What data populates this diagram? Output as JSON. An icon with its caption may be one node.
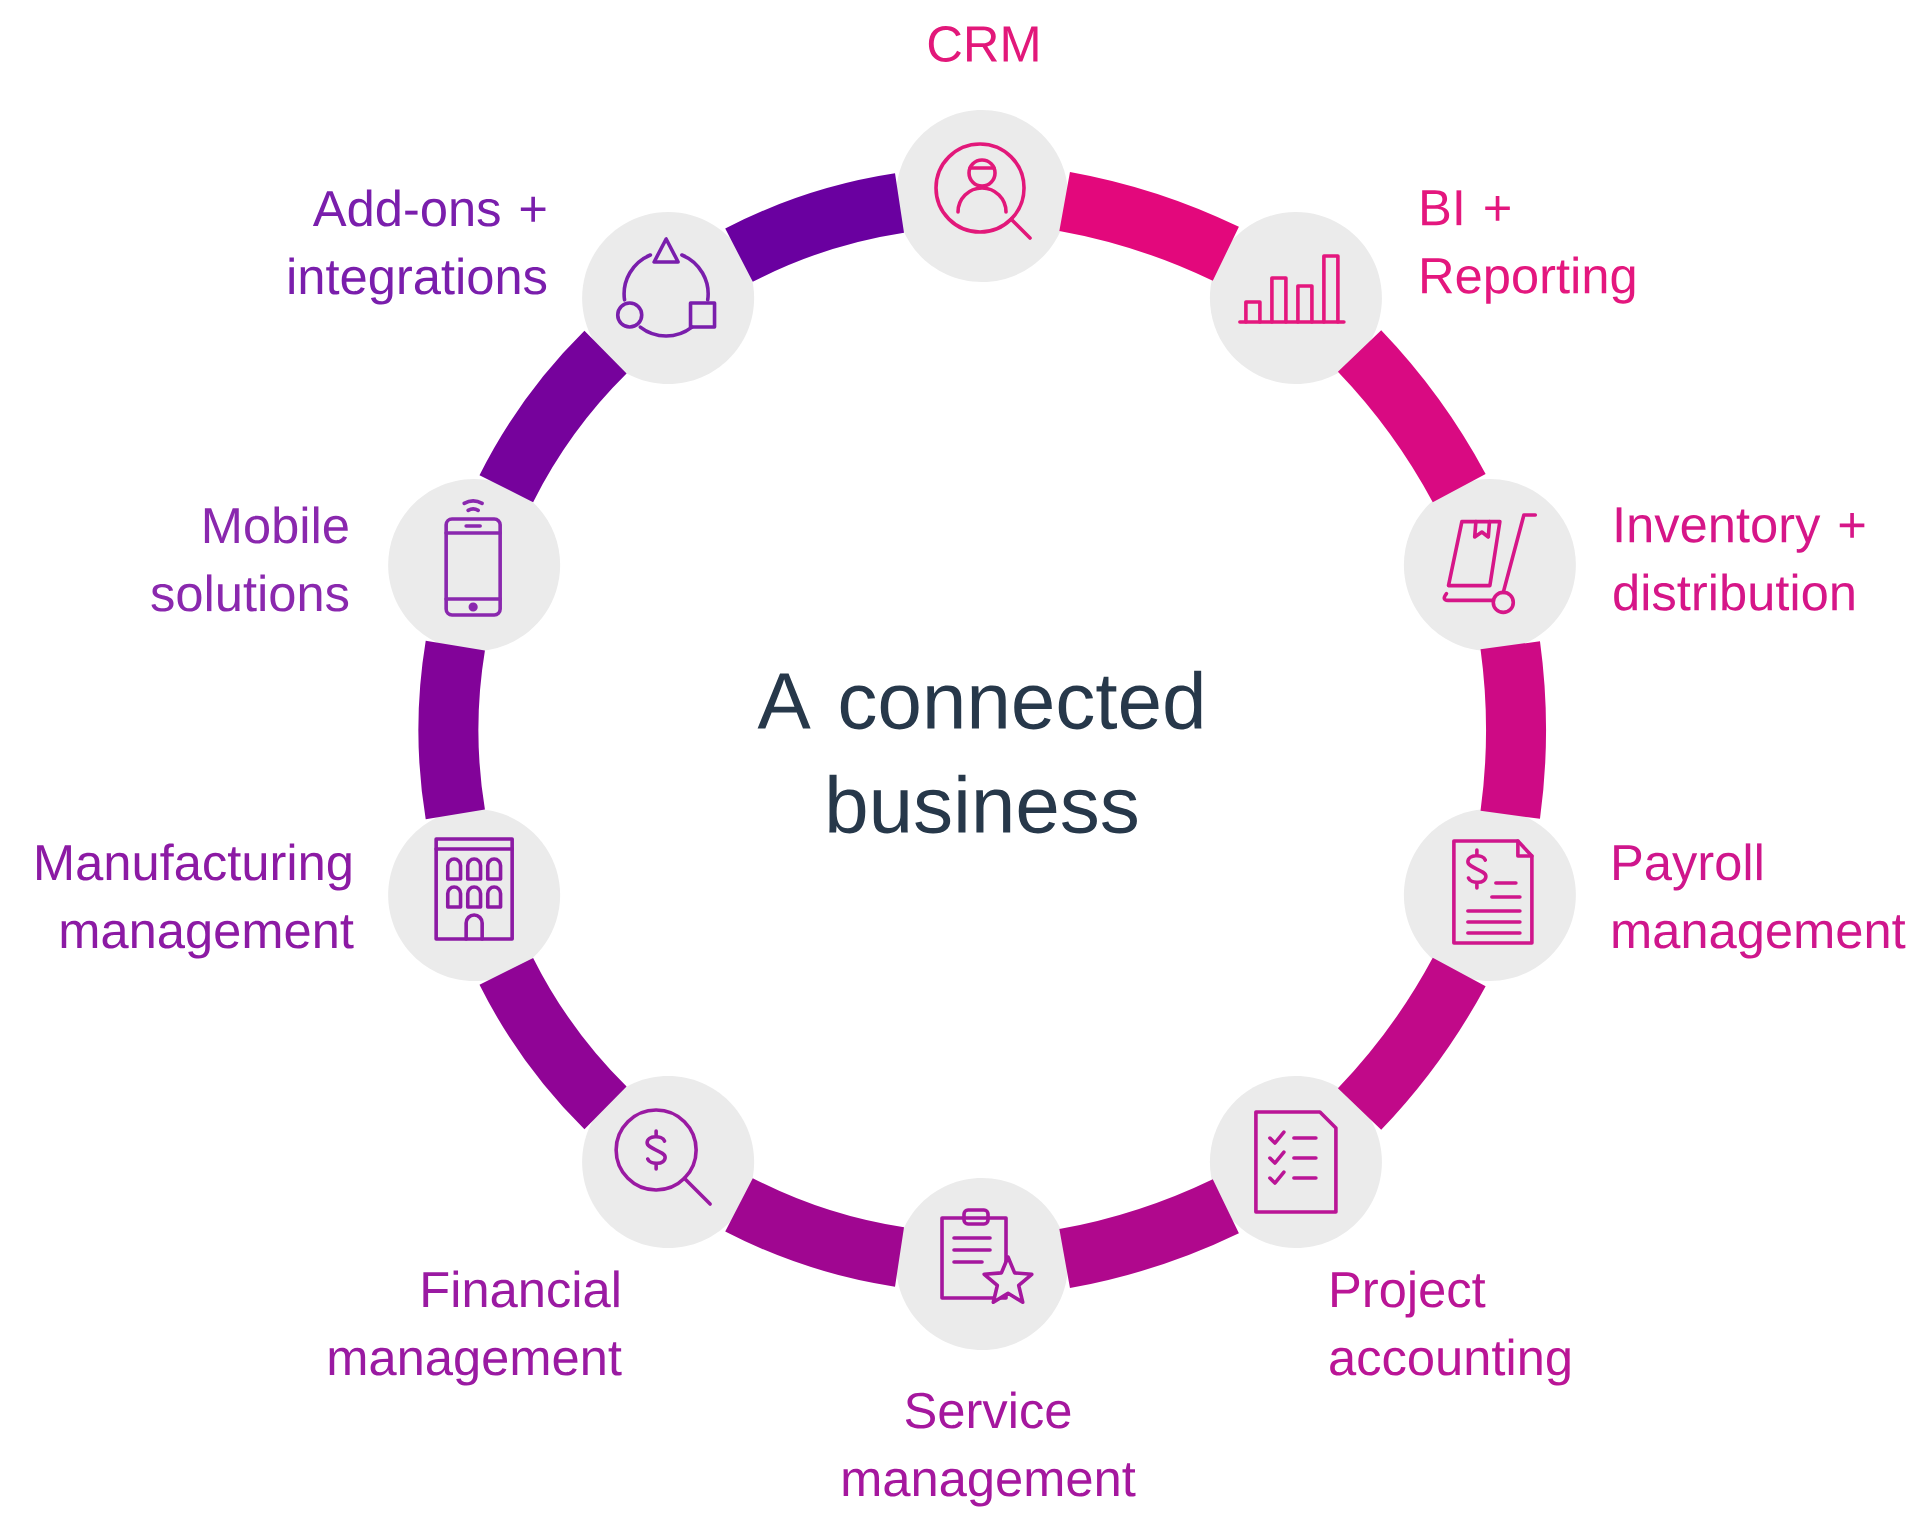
{
  "diagram": {
    "title": "A connected business",
    "nodes": [
      {
        "text": [],
        "shape": "circle",
        "beside": [
          "CRM"
        ]
      },
      {
        "text": [],
        "shape": "circle",
        "beside": [
          "BI + Reporting"
        ]
      },
      {
        "text": [],
        "shape": "circle",
        "beside": [
          "Inventory + distribution"
        ]
      },
      {
        "text": [],
        "shape": "circle",
        "beside": [
          "Payroll management"
        ]
      },
      {
        "text": [],
        "shape": "circle",
        "beside": [
          "Project accounting"
        ]
      },
      {
        "text": [],
        "shape": "circle",
        "beside": [
          "Service management"
        ]
      },
      {
        "text": [],
        "shape": "circle",
        "beside": [
          "Financial management"
        ]
      },
      {
        "text": [],
        "shape": "circle",
        "beside": [
          "Manufacturing management"
        ]
      },
      {
        "text": [],
        "shape": "circle",
        "beside": [
          "Mobile solutions"
        ]
      },
      {
        "text": [],
        "shape": "circle",
        "beside": [
          "Add-ons + integrations"
        ]
      }
    ],
    "edges": [
      {
        "from": 0,
        "to": 1,
        "arrow": "none",
        "color": "#e3087c"
      },
      {
        "from": 1,
        "to": 2,
        "arrow": "none",
        "color": "#d90a82"
      },
      {
        "from": 2,
        "to": 3,
        "arrow": "none",
        "color": "#ce0a85"
      },
      {
        "from": 3,
        "to": 4,
        "arrow": "none",
        "color": "#c10989"
      },
      {
        "from": 4,
        "to": 5,
        "arrow": "none",
        "color": "#b0088d"
      },
      {
        "from": 5,
        "to": 6,
        "arrow": "none",
        "color": "#a00691"
      },
      {
        "from": 6,
        "to": 7,
        "arrow": "none",
        "color": "#900496"
      },
      {
        "from": 7,
        "to": 8,
        "arrow": "none",
        "color": "#820399"
      },
      {
        "from": 8,
        "to": 9,
        "arrow": "none",
        "color": "#76029c"
      },
      {
        "from": 9,
        "to": 0,
        "arrow": "none",
        "color": "#6a00a0"
      }
    ]
  }
}
